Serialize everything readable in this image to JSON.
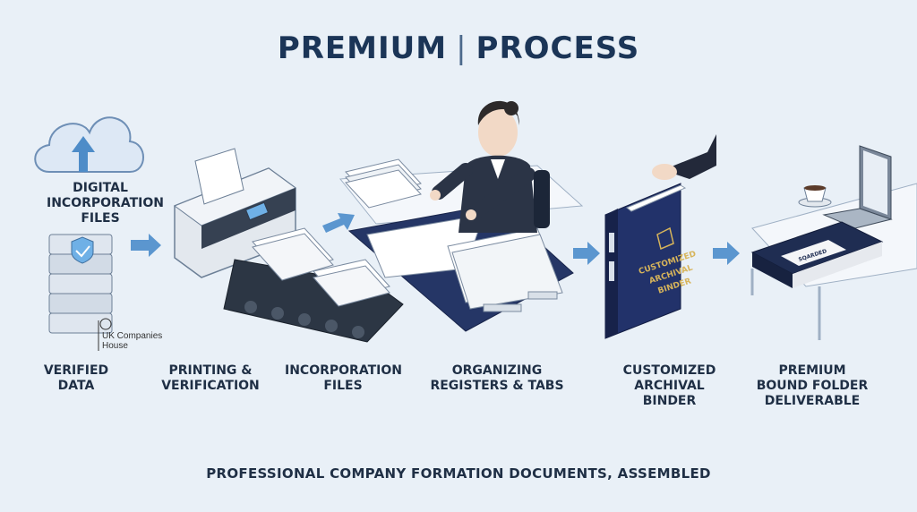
{
  "title": {
    "left": "PREMIUM",
    "right": "PROCESS",
    "separator": "|"
  },
  "steps": [
    {
      "label": "DIGITAL INCORPORATION FILES"
    },
    {
      "label": "VERIFIED DATA"
    },
    {
      "label": "PRINTING & VERIFICATION"
    },
    {
      "label": "INCORPORATION FILES"
    },
    {
      "label": "ORGANIZING REGISTERS & TABS"
    },
    {
      "label": "CUSTOMIZED ARCHIVAL BINDER"
    },
    {
      "label": "PREMIUM BOUND FOLDER DELIVERABLE"
    }
  ],
  "source_badge": {
    "line1": "UK Companies",
    "line2": "House"
  },
  "binder_cover": {
    "line1": "CUSTOMIZED",
    "line2": "ARCHIVAL",
    "line3": "BINDER"
  },
  "folder_cover": "SQARDED",
  "footer": "PROFESSIONAL COMPANY FORMATION DOCUMENTS, ASSEMBLED",
  "colors": {
    "title": "#1b3557",
    "arrow": "#5b96cf",
    "navy": "#1f3263",
    "gold": "#c9a34a"
  }
}
